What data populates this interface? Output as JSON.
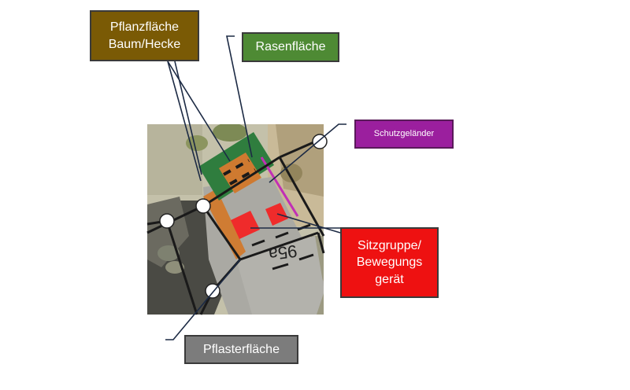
{
  "labels": {
    "pflanzflaeche": {
      "text": "Pflanzfläche\nBaum/Hecke",
      "color": "#7a5a05"
    },
    "rasenflaeche": {
      "text": "Rasenfläche",
      "color": "#4e8a34"
    },
    "schutzgelaender": {
      "text": "Schutzgeländer",
      "color": "#9b1f9e"
    },
    "sitzgruppe": {
      "text": "Sitzgruppe/\nBewegungs\ngerät",
      "color": "#ee1111"
    },
    "pflasterflaeche": {
      "text": "Pflasterfläche",
      "color": "#7c7c7c"
    }
  },
  "map": {
    "house_number": "95a",
    "colors": {
      "lawn": "#2f7d3e",
      "planting": "#cf7a30",
      "seating": "#ef2b2b",
      "railing": "#c12fb6",
      "paving": "#a8a8a8"
    }
  }
}
